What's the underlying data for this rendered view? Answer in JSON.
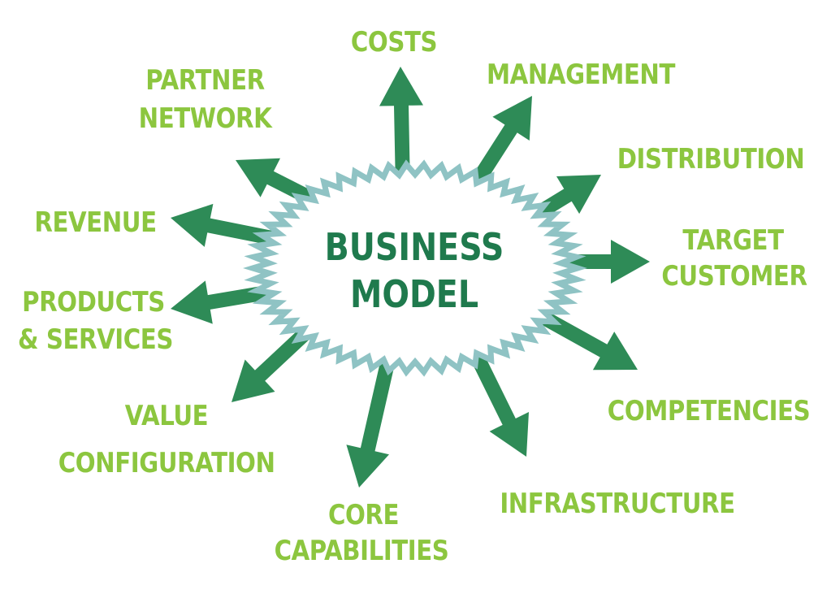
{
  "center": {
    "line1": "BUSINESS",
    "line2": "MODEL"
  },
  "labels": {
    "costs": "COSTS",
    "management": "MANAGEMENT",
    "distribution": "DISTRIBUTION",
    "target_customer_1": "TARGET",
    "target_customer_2": "CUSTOMER",
    "competencies": "COMPETENCIES",
    "infrastructure": "INFRASTRUCTURE",
    "core_capabilities_1": "CORE",
    "core_capabilities_2": "CAPABILITIES",
    "value_configuration_1": "VALUE",
    "value_configuration_2": "CONFIGURATION",
    "products_services_1": "PRODUCTS",
    "products_services_2": "& SERVICES",
    "revenue": "REVENUE",
    "partner_network_1": "PARTNER",
    "partner_network_2": "NETWORK"
  },
  "colors": {
    "label_green": "#8cc63f",
    "arrow_green": "#2e8b57",
    "center_text": "#1f7a4d",
    "burst_edge": "#8fc3c4",
    "burst_fill": "#ffffff"
  }
}
